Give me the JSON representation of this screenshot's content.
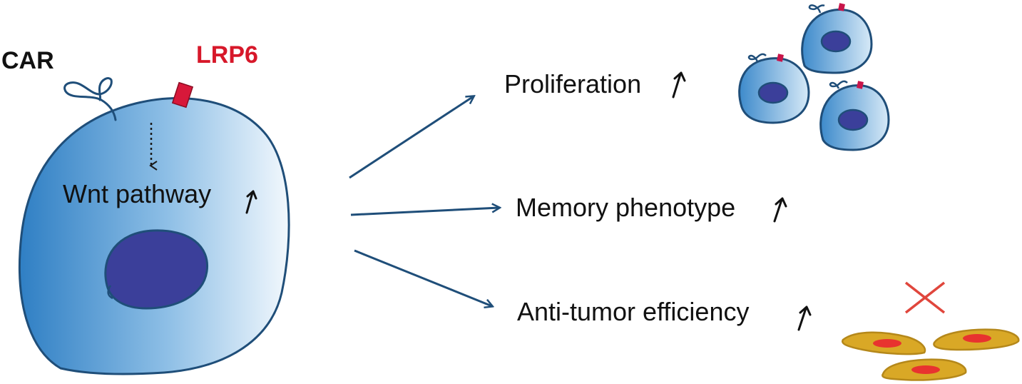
{
  "labels": {
    "car": "CAR",
    "lrp6": "LRP6",
    "wnt": "Wnt pathway",
    "proliferation": "Proliferation",
    "memory": "Memory phenotype",
    "antitumor": "Anti-tumor efficiency"
  },
  "colors": {
    "cell_outline": "#1f4e79",
    "cell_fill_dark": "#2f7fc4",
    "cell_fill_light": "#f2f8fd",
    "nucleus": "#3b3f9a",
    "lrp6": "#d7183a",
    "lrp6_label": "#d7182a",
    "arrow": "#1f4e79",
    "cross": "#e0463c",
    "tumor_fill": "#d9a826",
    "tumor_outline": "#b5881a",
    "tumor_nucleus": "#e8332f"
  }
}
